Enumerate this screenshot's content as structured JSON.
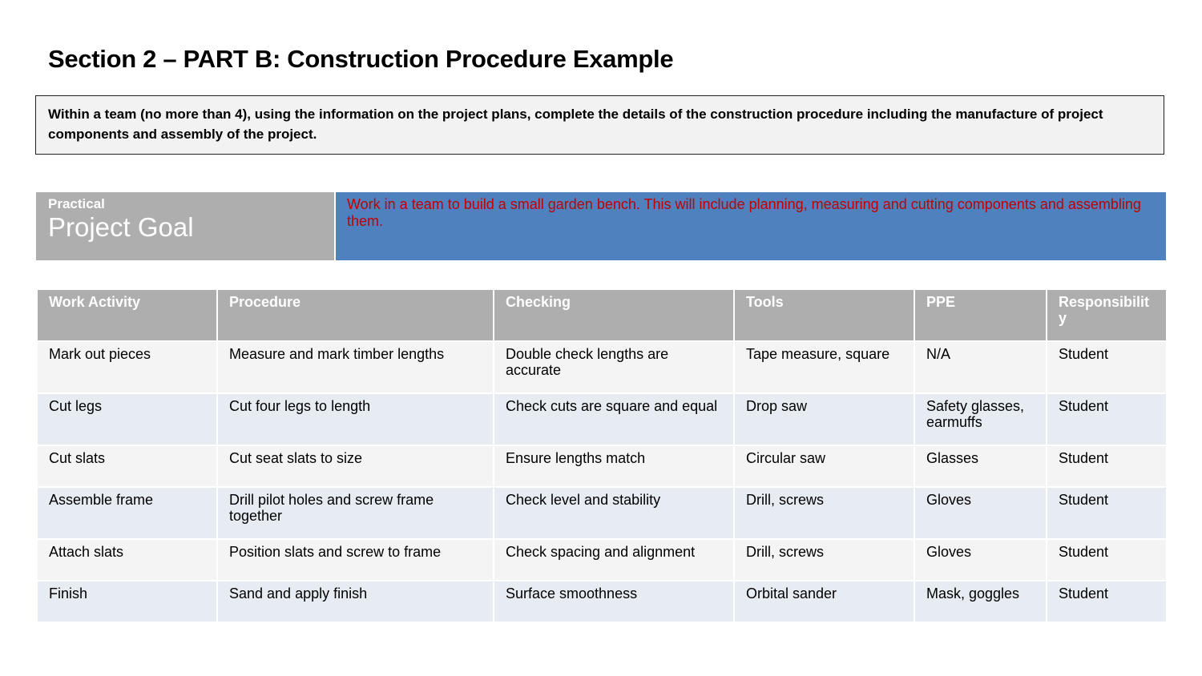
{
  "page": {
    "title": "Section 2 – PART B: Construction Procedure Example",
    "instructions": "Within a team (no more than 4), using the information on the project plans, complete the details of the construction procedure including the manufacture of project components and assembly of the project."
  },
  "goal": {
    "label_small": "Practical",
    "label_big": "Project Goal",
    "text": "Work in a team to build a small garden bench. This will include planning, measuring and cutting components and assembling them."
  },
  "table": {
    "headers": [
      "Work Activity",
      "Procedure",
      "Checking",
      "Tools",
      "PPE",
      "Responsibility"
    ],
    "rows": [
      [
        "Mark out pieces",
        "Measure and mark timber lengths",
        "Double check lengths are accurate",
        "Tape measure, square",
        "N/A",
        "Student"
      ],
      [
        "Cut legs",
        "Cut four legs to length",
        "Check cuts are square and equal",
        "Drop saw",
        "Safety glasses, earmuffs",
        "Student"
      ],
      [
        "Cut slats",
        "Cut seat slats to size",
        "Ensure lengths match",
        "Circular saw",
        "Glasses",
        "Student"
      ],
      [
        "Assemble frame",
        "Drill pilot holes and screw frame together",
        "Check level and stability",
        "Drill, screws",
        "Gloves",
        "Student"
      ],
      [
        "Attach slats",
        "Position slats and screw to frame",
        "Check spacing and alignment",
        "Drill, screws",
        "Gloves",
        "Student"
      ],
      [
        "Finish",
        "Sand and apply finish",
        "Surface smoothness",
        "Orbital sander",
        "Mask, goggles",
        "Student"
      ]
    ]
  },
  "colors": {
    "header_gray": "#aeaeae",
    "goal_blue": "#4e81bd",
    "goal_text_red": "#c00000",
    "row_odd": "#f4f4f4",
    "row_even": "#e7ebf2",
    "instructions_bg": "#f2f2f2"
  }
}
